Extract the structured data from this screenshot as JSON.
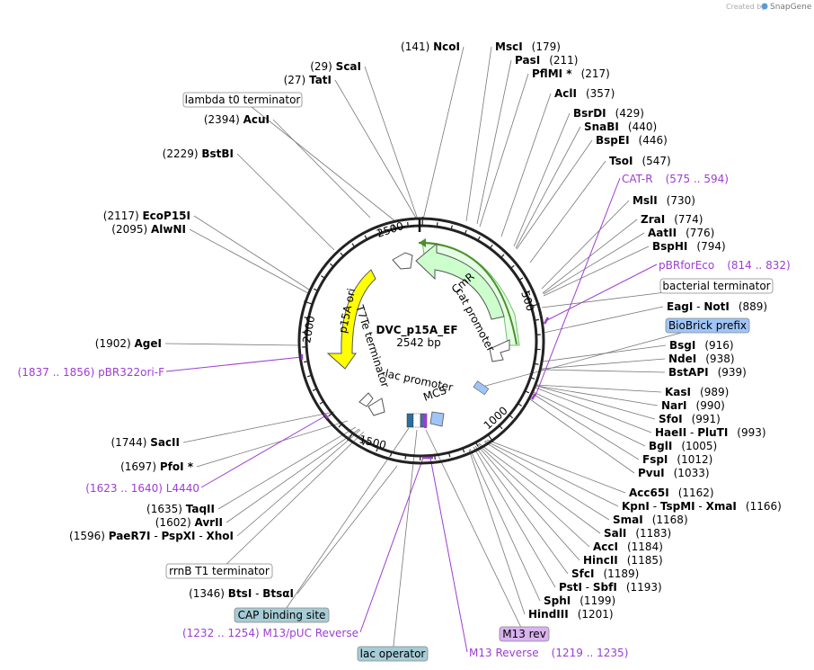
{
  "watermark": {
    "text": "Created by",
    "brand": "SnapGene"
  },
  "plasmid": {
    "name": "DVC_p15A_EF",
    "length": "2542 bp"
  },
  "ruler": [
    "500",
    "1000",
    "1500",
    "2000",
    "2500"
  ],
  "features": {
    "cmr": "CmR",
    "cat_promoter": "cat promoter",
    "p15a_ori": "p15A ori",
    "t7te": "T7Te terminator",
    "lac_promoter": "lac promoter",
    "mcs": "MCS"
  },
  "enzymes_right": [
    {
      "name": "MscI",
      "pos": "(179)"
    },
    {
      "name": "PasI",
      "pos": "(211)"
    },
    {
      "name": "PflMI *",
      "pos": "(217)"
    },
    {
      "name": "AclI",
      "pos": "(357)"
    },
    {
      "name": "BsrDI",
      "pos": "(429)"
    },
    {
      "name": "SnaBI",
      "pos": "(440)"
    },
    {
      "name": "BspEI",
      "pos": "(446)"
    },
    {
      "name": "TsoI",
      "pos": "(547)"
    },
    {
      "name": "MslI",
      "pos": "(730)"
    },
    {
      "name": "ZraI",
      "pos": "(774)"
    },
    {
      "name": "AatII",
      "pos": "(776)"
    },
    {
      "name": "BspHI",
      "pos": "(794)"
    },
    {
      "name": "EagI - NotI",
      "pos": "(889)"
    },
    {
      "name": "BsgI",
      "pos": "(916)"
    },
    {
      "name": "NdeI",
      "pos": "(938)"
    },
    {
      "name": "BstAPI",
      "pos": "(939)"
    },
    {
      "name": "KasI",
      "pos": "(989)"
    },
    {
      "name": "NarI",
      "pos": "(990)"
    },
    {
      "name": "SfoI",
      "pos": "(991)"
    },
    {
      "name": "HaeII - PluTI",
      "pos": "(993)"
    },
    {
      "name": "BglI",
      "pos": "(1005)"
    },
    {
      "name": "FspI",
      "pos": "(1012)"
    },
    {
      "name": "PvuI",
      "pos": "(1033)"
    },
    {
      "name": "Acc65I",
      "pos": "(1162)"
    },
    {
      "name": "KpnI - TspMI - XmaI",
      "pos": "(1166)"
    },
    {
      "name": "SmaI",
      "pos": "(1168)"
    },
    {
      "name": "SalI",
      "pos": "(1183)"
    },
    {
      "name": "AccI",
      "pos": "(1184)"
    },
    {
      "name": "HincII",
      "pos": "(1185)"
    },
    {
      "name": "SfcI",
      "pos": "(1189)"
    },
    {
      "name": "PstI - SbfI",
      "pos": "(1193)"
    },
    {
      "name": "SphI",
      "pos": "(1199)"
    },
    {
      "name": "HindIII",
      "pos": "(1201)"
    }
  ],
  "enzymes_left": [
    {
      "name": "NcoI",
      "pos": "(141)"
    },
    {
      "name": "ScaI",
      "pos": "(29)"
    },
    {
      "name": "TatI",
      "pos": "(27)"
    },
    {
      "name": "AcuI",
      "pos": "(2394)"
    },
    {
      "name": "BstBI",
      "pos": "(2229)"
    },
    {
      "name": "EcoP15I",
      "pos": "(2117)"
    },
    {
      "name": "AlwNI",
      "pos": "(2095)"
    },
    {
      "name": "AgeI",
      "pos": "(1902)"
    },
    {
      "name": "SacII",
      "pos": "(1744)"
    },
    {
      "name": "PfoI *",
      "pos": "(1697)"
    },
    {
      "name": "TaqII",
      "pos": "(1635)"
    },
    {
      "name": "AvrII",
      "pos": "(1602)"
    },
    {
      "name": "PaeR7I - PspXI - XhoI",
      "pos": "(1596)"
    },
    {
      "name": "BtsI - BtsαI",
      "pos": "(1346)"
    }
  ],
  "primers": [
    {
      "name": "CAT-R",
      "range": "(575 .. 594)"
    },
    {
      "name": "pBRforEco",
      "range": "(814 .. 832)"
    },
    {
      "name": "pBR322ori-F",
      "range": "(1837 .. 1856)"
    },
    {
      "name": "L4440",
      "range": "(1623 .. 1640)"
    },
    {
      "name": "M13/pUC Reverse",
      "range": "(1232 .. 1254)"
    },
    {
      "name": "M13 Reverse",
      "range": "(1219 .. 1235)"
    }
  ],
  "boxed_labels": [
    {
      "name": "lambda t0 terminator",
      "color": "#ffffff"
    },
    {
      "name": "bacterial terminator",
      "color": "#ffffff"
    },
    {
      "name": "BioBrick prefix",
      "color": "#9fc5f8"
    },
    {
      "name": "rrnB T1 terminator",
      "color": "#ffffff"
    },
    {
      "name": "CAP binding site",
      "color": "#a6ccd6"
    },
    {
      "name": "lac operator",
      "color": "#a6ccd6"
    },
    {
      "name": "M13 rev",
      "color": "#d9b3f0"
    }
  ],
  "colors": {
    "primer": "#9d3dd1",
    "cmr_fill": "#ccffcc",
    "ori_fill": "#ffff00",
    "line": "#777777"
  }
}
